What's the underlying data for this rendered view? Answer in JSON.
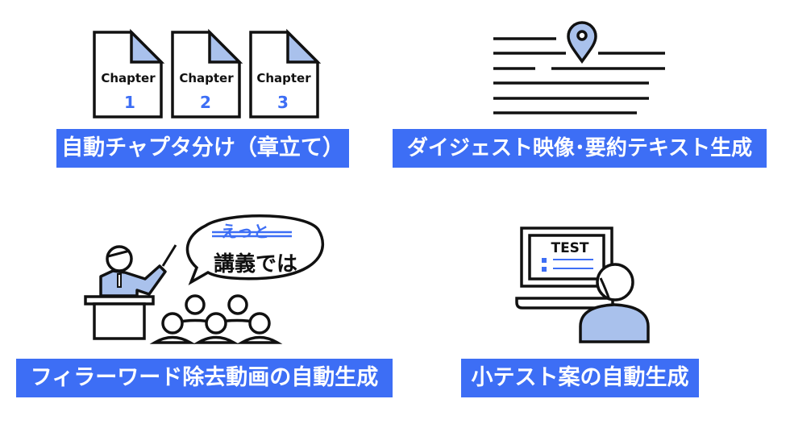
{
  "colors": {
    "accent": "#3d6ef5",
    "light_blue": "#a9c1ec",
    "stroke": "#111111"
  },
  "features": [
    {
      "label": "自動チャプタ分け（章立て）",
      "icon": "chapter-documents-icon"
    },
    {
      "label": "ダイジェスト映像･要約テキスト生成",
      "icon": "map-pin-text-icon"
    },
    {
      "label": "フィラーワード除去動画の自動生成",
      "icon": "lecture-icon"
    },
    {
      "label": "小テスト案の自動生成",
      "icon": "test-laptop-icon"
    }
  ],
  "chapters": [
    {
      "title": "Chapter",
      "number": "1"
    },
    {
      "title": "Chapter",
      "number": "2"
    },
    {
      "title": "Chapter",
      "number": "3"
    }
  ],
  "speech": {
    "filler": "えっと",
    "text": "講義では"
  },
  "test_screen": {
    "title": "TEST"
  }
}
